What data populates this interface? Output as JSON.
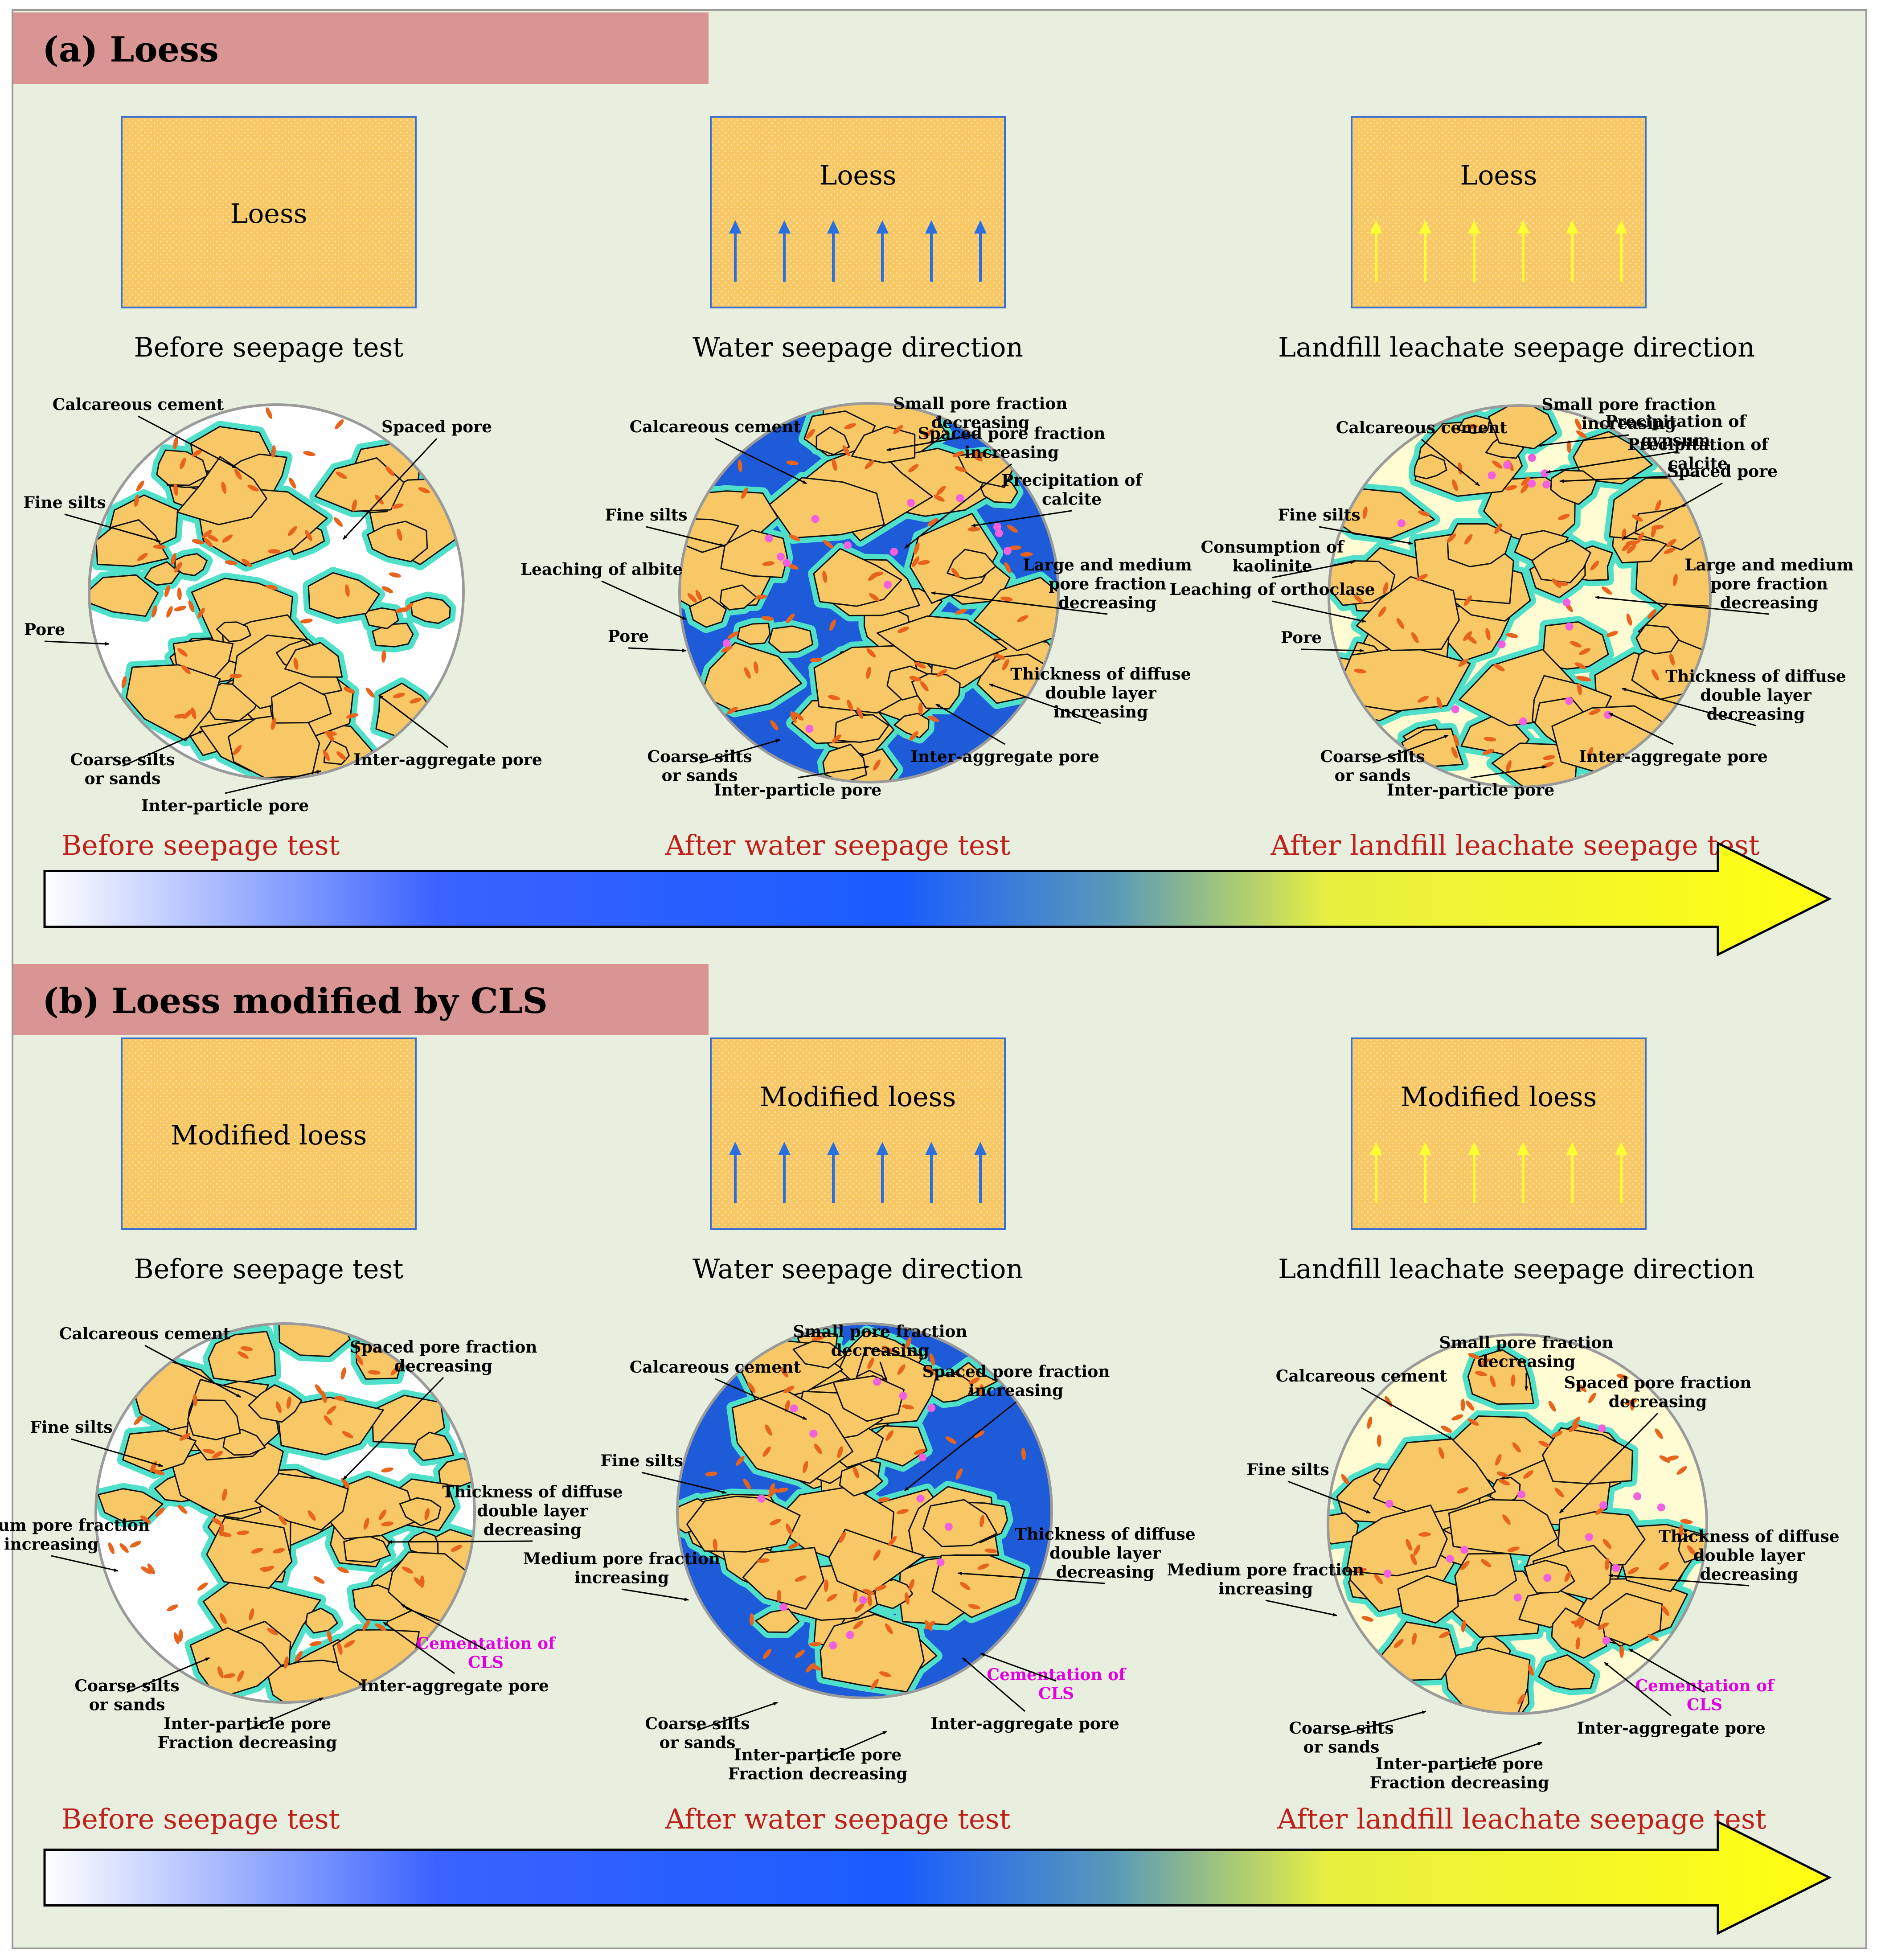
{
  "colors": {
    "background": "#e9efdf",
    "header": "#d99593",
    "grain": "#f7c865",
    "water": "#1e5bd8",
    "leachate": "#fffbd2",
    "diffuse_layer": "#4fe0c9",
    "fine_silt": "#e8631c",
    "water_arrow": "#2a6fe0",
    "leachate_arrow": "#ffff33",
    "stage_label": "#c0201a",
    "cls_label": "#e000e0"
  },
  "panels": [
    {
      "title": "(a) Loess",
      "samples": [
        {
          "label": "Loess",
          "arrows": "none",
          "caption": "Before seepage test"
        },
        {
          "label": "Loess",
          "arrows": "water",
          "caption": "Water seepage direction"
        },
        {
          "label": "Loess",
          "arrows": "leachate",
          "caption": "Landfill leachate seepage direction"
        }
      ],
      "circles": [
        {
          "fill": "white",
          "annotations": [
            "Calcareous cement",
            "Spaced pore",
            "Fine silts",
            "Pore",
            "Coarse silts or sands",
            "Inter-aggregate pore",
            "Inter-particle pore"
          ]
        },
        {
          "fill": "water",
          "annotations": [
            "Small pore fraction decreasing",
            "Calcareous cement",
            "Spaced pore fraction increasing",
            "Precipitation of calcite",
            "Fine silts",
            "Leaching of albite",
            "Large and medium pore fraction decreasing",
            "Pore",
            "Thickness of diffuse double layer increasing",
            "Coarse silts or sands",
            "Inter-aggregate pore",
            "Inter-particle pore"
          ]
        },
        {
          "fill": "leachate",
          "annotations": [
            "Small pore fraction increasing",
            "Precipitation of gypsum",
            "Calcareous cement",
            "Precipitation of calcite",
            "Spaced pore",
            "Fine silts",
            "Consumption of kaolinite",
            "Leaching of orthoclase",
            "Large and medium pore fraction decreasing",
            "Pore",
            "Thickness of diffuse double layer decreasing",
            "Coarse silts or sands",
            "Inter-aggregate pore",
            "Inter-particle pore"
          ]
        }
      ],
      "stages": [
        "Before seepage test",
        "After water seepage test",
        "After landfill leachate seepage test"
      ]
    },
    {
      "title": "(b) Loess modified by CLS",
      "samples": [
        {
          "label": "Modified loess",
          "arrows": "none",
          "caption": "Before seepage test"
        },
        {
          "label": "Modified loess",
          "arrows": "water",
          "caption": "Water seepage direction"
        },
        {
          "label": "Modified loess",
          "arrows": "leachate",
          "caption": "Landfill leachate seepage direction"
        }
      ],
      "circles": [
        {
          "fill": "white",
          "annotations": [
            "Calcareous cement",
            "Spaced pore fraction decreasing",
            "Fine silts",
            "Thickness of diffuse double layer decreasing",
            "Medium pore fraction increasing",
            "Cementation of CLS",
            "Coarse silts or sands",
            "Inter-aggregate pore",
            "Inter-particle pore Fraction decreasing"
          ]
        },
        {
          "fill": "water",
          "annotations": [
            "Small pore fraction decreasing",
            "Calcareous cement",
            "Spaced pore fraction increasing",
            "Fine silts",
            "Thickness of diffuse double layer decreasing",
            "Medium pore fraction increasing",
            "Cementation of CLS",
            "Coarse silts or sands",
            "Inter-aggregate pore",
            "Inter-particle pore Fraction decreasing"
          ]
        },
        {
          "fill": "leachate",
          "annotations": [
            "Small pore fraction decreasing",
            "Calcareous cement",
            "Spaced pore fraction decreasing",
            "Fine silts",
            "Thickness of diffuse double layer decreasing",
            "Medium pore fraction increasing",
            "Cementation of CLS",
            "Coarse silts or sands",
            "Inter-aggregate pore",
            "Inter-particle pore Fraction decreasing"
          ]
        }
      ],
      "stages": [
        "Before seepage test",
        "After water seepage test",
        "After landfill leachate seepage test"
      ]
    }
  ]
}
